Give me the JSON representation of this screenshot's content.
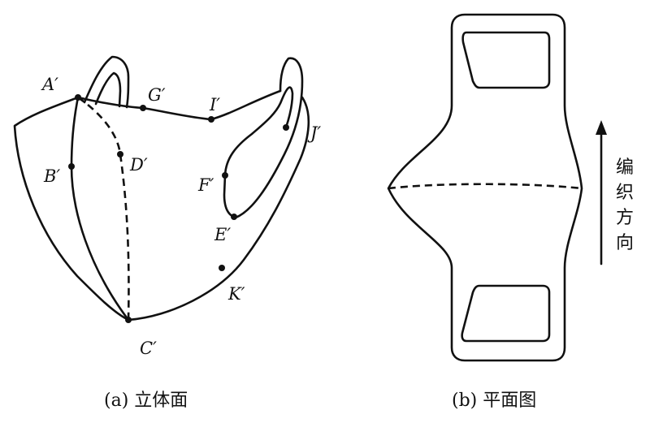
{
  "panel_a": {
    "caption": "(a) 立体面",
    "points": [
      {
        "name": "point-a",
        "label": "A′"
      },
      {
        "name": "point-b",
        "label": "B′"
      },
      {
        "name": "point-c",
        "label": "C′"
      },
      {
        "name": "point-d",
        "label": "D′"
      },
      {
        "name": "point-e",
        "label": "E′"
      },
      {
        "name": "point-f",
        "label": "F′"
      },
      {
        "name": "point-g",
        "label": "G′"
      },
      {
        "name": "point-i",
        "label": "I′"
      },
      {
        "name": "point-j",
        "label": "J′"
      },
      {
        "name": "point-k",
        "label": "K′"
      }
    ]
  },
  "panel_b": {
    "caption": "(b) 平面图",
    "direction_label": [
      "编",
      "织",
      "方",
      "向"
    ]
  }
}
